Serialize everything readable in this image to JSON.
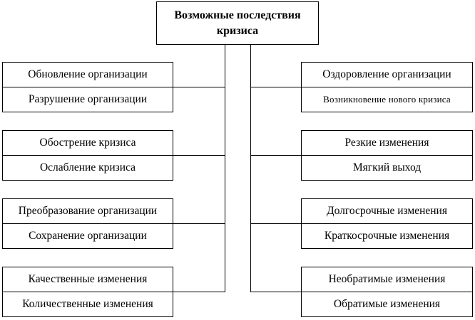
{
  "title": "Возможные последствия кризиса",
  "left": [
    [
      "Обновление организации",
      "Разрушение организации"
    ],
    [
      "Обострение кризиса",
      "Ослабление кризиса"
    ],
    [
      "Преобразование организации",
      "Сохранение организации"
    ],
    [
      "Качественные изменения",
      "Количественные изменения"
    ]
  ],
  "right": [
    [
      "Оздоровление организации",
      "Возникновение нового кризиса"
    ],
    [
      "Резкие изменения",
      "Мягкий выход"
    ],
    [
      "Долгосрочные изменения",
      "Краткосрочные изменения"
    ],
    [
      "Необратимые изменения",
      "Обратимые изменения"
    ]
  ]
}
